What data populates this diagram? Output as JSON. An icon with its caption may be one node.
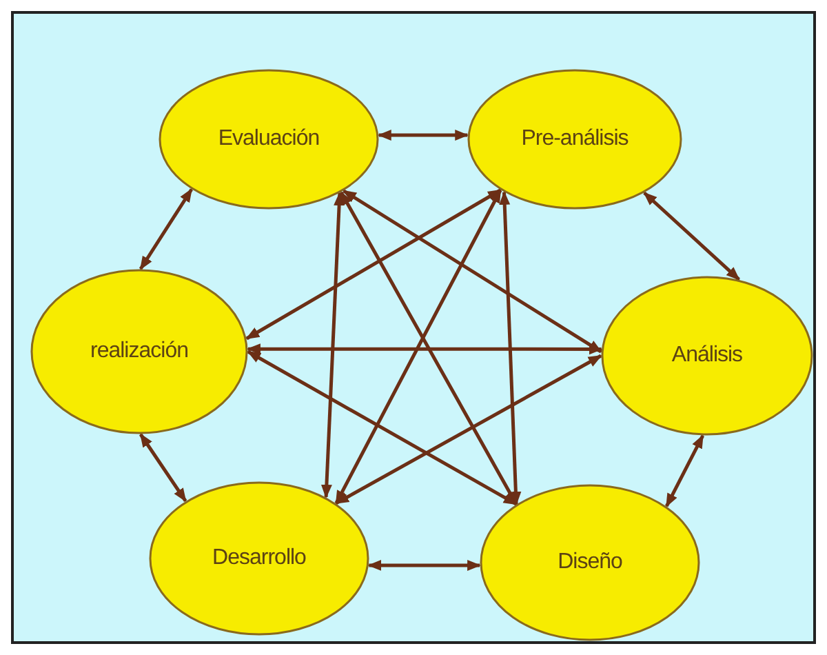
{
  "diagram": {
    "nodes": [
      {
        "text": [
          "Evaluación"
        ]
      },
      {
        "text": [
          "Pre-análisis"
        ]
      },
      {
        "text": [
          "realización"
        ]
      },
      {
        "text": [
          "Análisis"
        ]
      },
      {
        "text": [
          "Desarrollo"
        ]
      },
      {
        "text": [
          "Diseño"
        ]
      }
    ],
    "edges": [
      {
        "from": 0,
        "to": 1,
        "arrow": "both"
      },
      {
        "from": 1,
        "to": 3,
        "arrow": "both"
      },
      {
        "from": 3,
        "to": 5,
        "arrow": "both"
      },
      {
        "from": 5,
        "to": 4,
        "arrow": "both"
      },
      {
        "from": 4,
        "to": 2,
        "arrow": "both"
      },
      {
        "from": 2,
        "to": 0,
        "arrow": "both"
      },
      {
        "from": 0,
        "to": 3,
        "arrow": "both"
      },
      {
        "from": 0,
        "to": 4,
        "arrow": "both"
      },
      {
        "from": 0,
        "to": 5,
        "arrow": "both"
      },
      {
        "from": 1,
        "to": 2,
        "arrow": "both"
      },
      {
        "from": 1,
        "to": 4,
        "arrow": "both"
      },
      {
        "from": 1,
        "to": 5,
        "arrow": "both"
      },
      {
        "from": 2,
        "to": 3,
        "arrow": "both"
      },
      {
        "from": 2,
        "to": 5,
        "arrow": "both"
      },
      {
        "from": 3,
        "to": 4,
        "arrow": "both"
      }
    ]
  }
}
